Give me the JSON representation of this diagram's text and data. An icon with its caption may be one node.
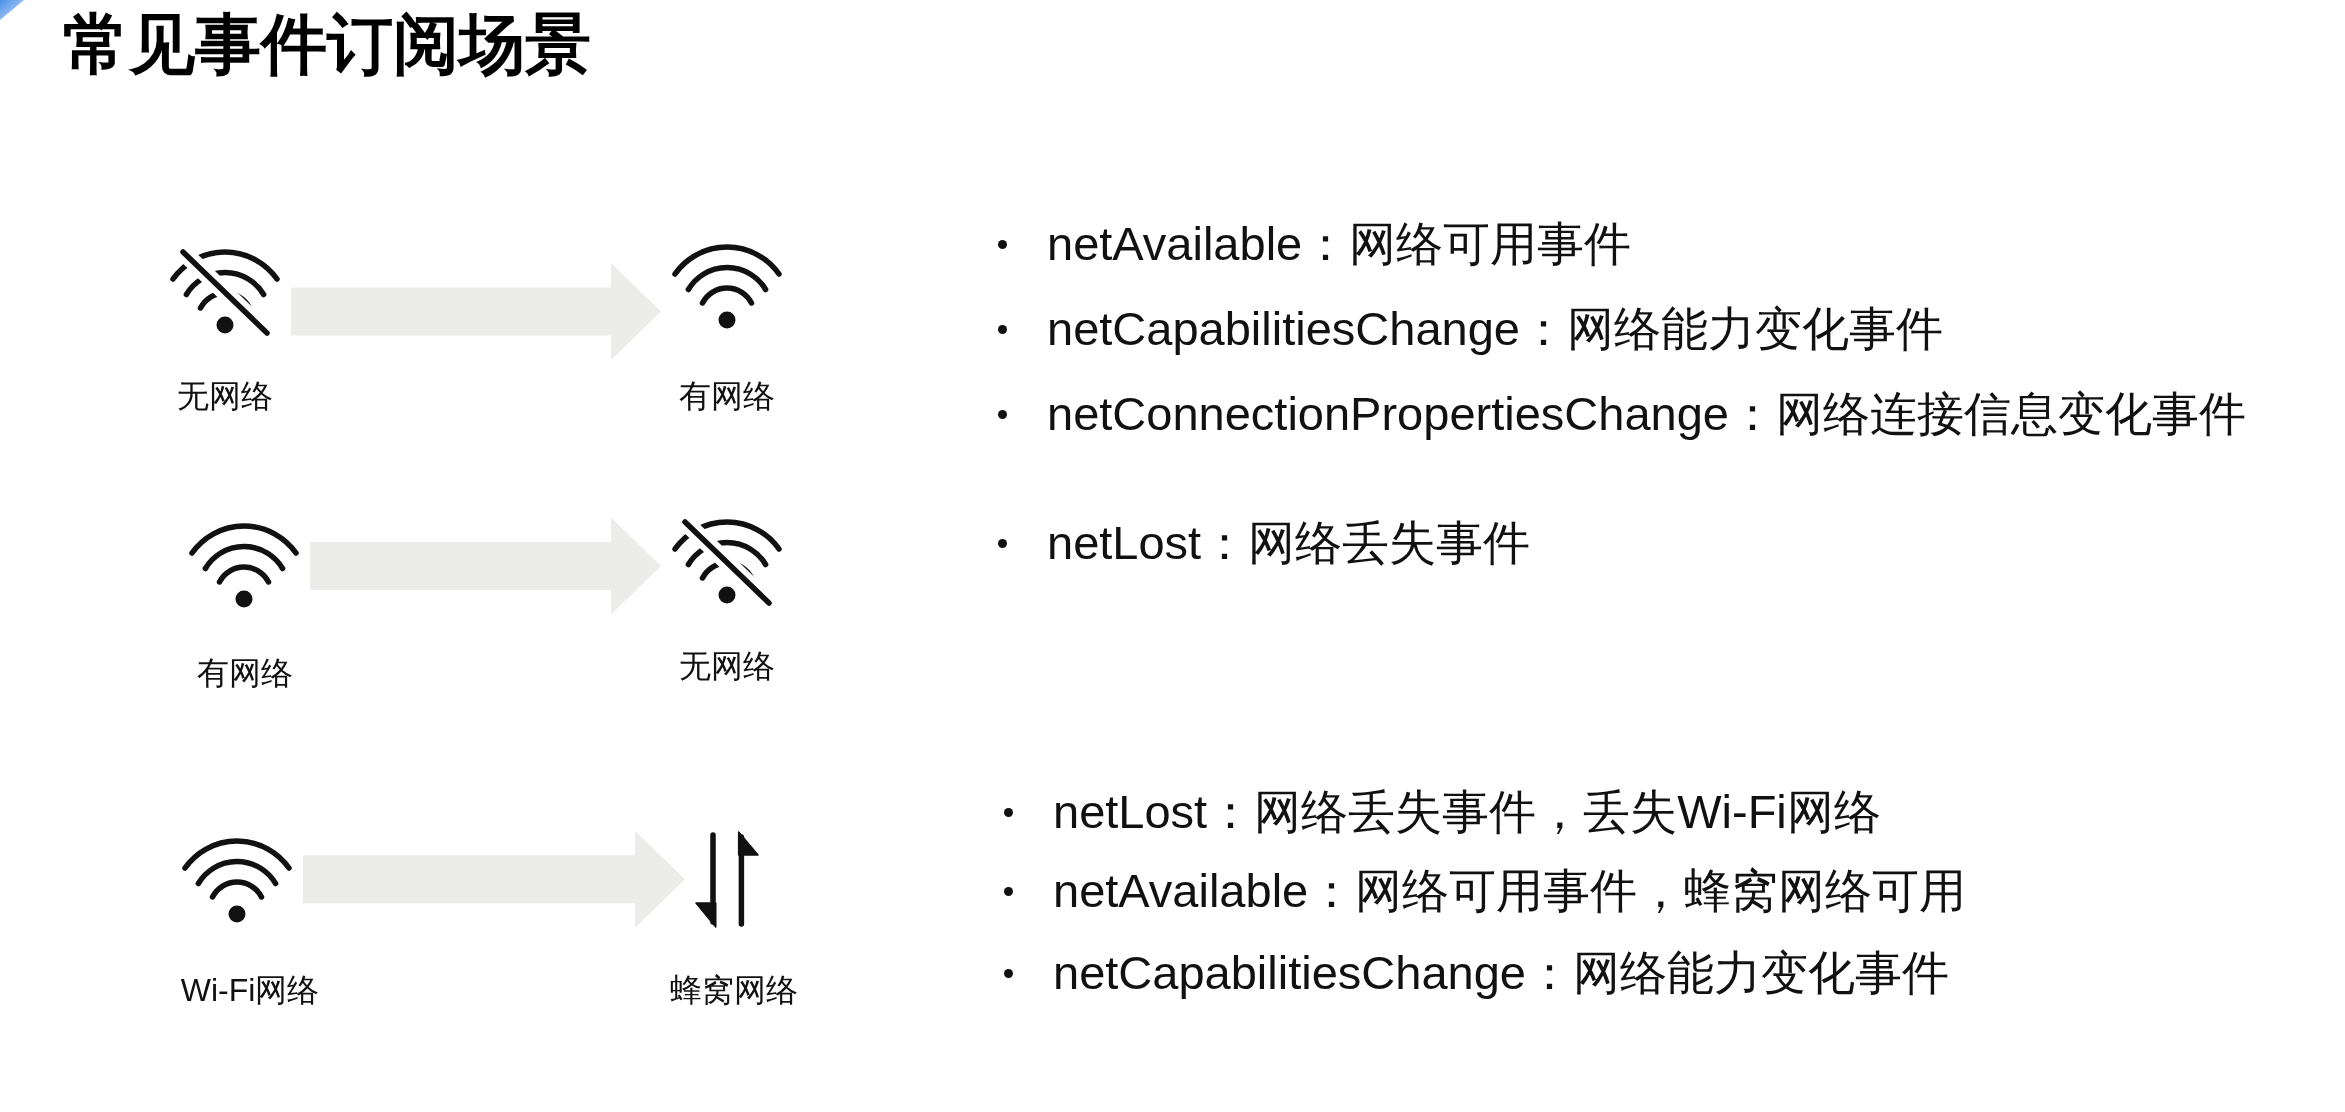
{
  "diagram": {
    "title": "常见事件订阅场景",
    "nodes": [
      {
        "text": [],
        "shape": "picture",
        "beside": [
          "无网络"
        ]
      },
      {
        "text": [],
        "shape": "picture",
        "beside": [
          "有网络"
        ]
      },
      {
        "text": [],
        "shape": "picture",
        "beside": [
          "有网络"
        ]
      },
      {
        "text": [],
        "shape": "picture",
        "beside": [
          "无网络"
        ]
      },
      {
        "text": [],
        "shape": "picture",
        "beside": [
          "Wi-Fi网络"
        ]
      },
      {
        "text": [],
        "shape": "picture",
        "beside": [
          "蜂窝网络"
        ]
      }
    ],
    "edges": [
      {
        "from": 0,
        "to": 1,
        "arrow": "to"
      },
      {
        "from": 2,
        "to": 3,
        "arrow": "to"
      },
      {
        "from": 4,
        "to": 5,
        "arrow": "to"
      }
    ],
    "labels": [
      "netAvailable：网络可用事件",
      "netCapabilitiesChange：网络能力变化事件",
      "netConnectionPropertiesChange：网络连接信息变化事件",
      "netLost：网络丢失事件",
      "netLost：网络丢失事件，丢失Wi-Fi网络",
      "netAvailable：网络可用事件，蜂窝网络可用",
      "netCapabilitiesChange：网络能力变化事件"
    ]
  }
}
